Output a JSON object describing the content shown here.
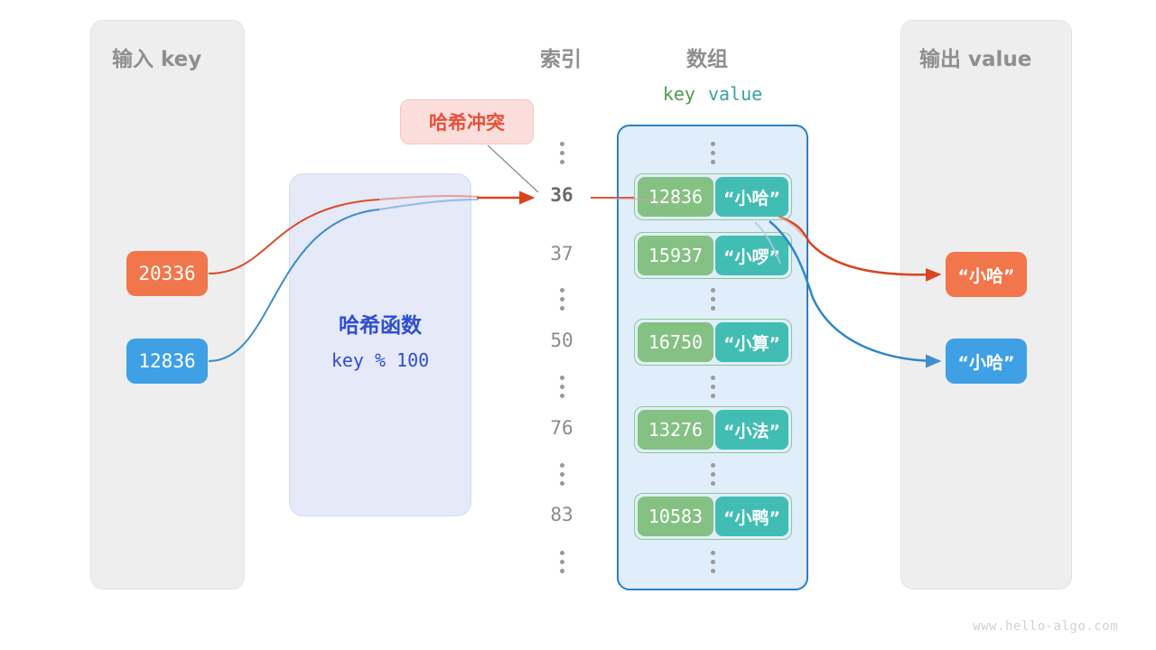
{
  "panels": {
    "input_title": "输入 key",
    "output_title": "输出 value"
  },
  "columns": {
    "index_title": "索引",
    "array_title": "数组",
    "key_header": "key",
    "value_header": "value"
  },
  "callout": {
    "collision_label": "哈希冲突"
  },
  "hash_function": {
    "title": "哈希函数",
    "formula": "key % 100"
  },
  "input_keys": [
    {
      "value": "20336",
      "color": "#f2764b"
    },
    {
      "value": "12836",
      "color": "#3fa0e5"
    }
  ],
  "output_values": [
    {
      "value": "“小哈”",
      "color": "#f2764b"
    },
    {
      "value": "“小哈”",
      "color": "#3fa0e5"
    }
  ],
  "array_rows": [
    {
      "type": "ellipsis",
      "index": "⋮",
      "active": false
    },
    {
      "type": "entry",
      "index": "36",
      "key": "12836",
      "value": "“小哈”",
      "active": true
    },
    {
      "type": "entry",
      "index": "37",
      "key": "15937",
      "value": "“小啰”",
      "active": false
    },
    {
      "type": "ellipsis",
      "index": "⋮",
      "active": false
    },
    {
      "type": "entry",
      "index": "50",
      "key": "16750",
      "value": "“小算”",
      "active": false
    },
    {
      "type": "ellipsis",
      "index": "⋮",
      "active": false
    },
    {
      "type": "entry",
      "index": "76",
      "key": "13276",
      "value": "“小法”",
      "active": false
    },
    {
      "type": "ellipsis",
      "index": "⋮",
      "active": false
    },
    {
      "type": "entry",
      "index": "83",
      "key": "10583",
      "value": "“小鸭”",
      "active": false
    },
    {
      "type": "ellipsis",
      "index": "⋮",
      "active": false
    }
  ],
  "colors": {
    "panel_bg": "#eeeeee",
    "array_bg": "#e0eefb",
    "array_border": "#2b7fc4",
    "bucket_key": "#84c183",
    "bucket_value": "#41bdb4",
    "hash_bg": "#e5e9f8",
    "hash_text": "#2f4fd0",
    "collision_bg": "#fbdedc",
    "collision_text": "#e8503a",
    "orange": "#f2764b",
    "blue": "#3fa0e5"
  },
  "watermark": "www.hello-algo.com"
}
